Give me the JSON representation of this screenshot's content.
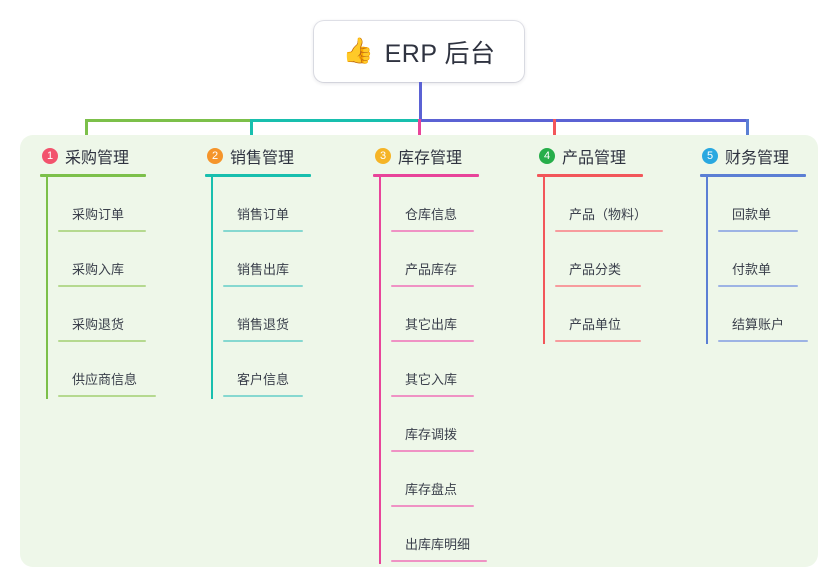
{
  "root": {
    "icon": "thumbs-up-icon",
    "icon_glyph": "👍",
    "title": "ERP 后台"
  },
  "panel": {
    "background": "#eef7e9"
  },
  "columns": [
    {
      "number": "1",
      "title": "采购管理",
      "badge_color": "#f2536d",
      "accent_color": "#7cc04a",
      "leaf_rule_color": "#b5d98f",
      "connector_color": "#7cc04a",
      "items": [
        "采购订单",
        "采购入库",
        "采购退货",
        "供应商信息"
      ]
    },
    {
      "number": "2",
      "title": "销售管理",
      "badge_color": "#f5952b",
      "accent_color": "#18bfae",
      "leaf_rule_color": "#86d8d0",
      "connector_color": "#18bfae",
      "items": [
        "销售订单",
        "销售出库",
        "销售退货",
        "客户信息"
      ]
    },
    {
      "number": "3",
      "title": "库存管理",
      "badge_color": "#f5b426",
      "accent_color": "#e8449a",
      "leaf_rule_color": "#ef92c4",
      "connector_color": "#e8449a",
      "items": [
        "仓库信息",
        "产品库存",
        "其它出库",
        "其它入库",
        "库存调拨",
        "库存盘点",
        "出库库明细"
      ]
    },
    {
      "number": "4",
      "title": "产品管理",
      "badge_color": "#27ae4a",
      "accent_color": "#f2565a",
      "leaf_rule_color": "#f79b9d",
      "connector_color": "#f2565a",
      "items": [
        "产品（物料）",
        "产品分类",
        "产品单位"
      ]
    },
    {
      "number": "5",
      "title": "财务管理",
      "badge_color": "#29a8e0",
      "accent_color": "#5b7fd4",
      "leaf_rule_color": "#9db3e4",
      "connector_color": "#5b7fd4",
      "items": [
        "回款单",
        "付款单",
        "结算账户"
      ]
    }
  ],
  "connectors": {
    "root_stem_color": "#5b62d4",
    "segment_1_color": "#7cc04a",
    "segment_2_color": "#18bfae",
    "segment_3_color": "#5b62d4"
  }
}
